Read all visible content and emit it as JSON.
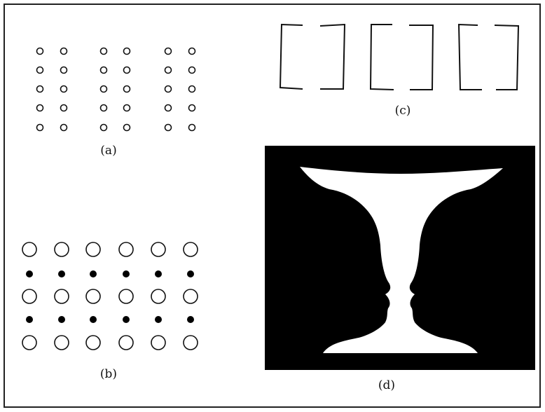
{
  "panels": {
    "a": {
      "label": "(a)"
    },
    "b": {
      "label": "(b)"
    },
    "c": {
      "label": "(c)"
    },
    "d": {
      "label": "(d)"
    }
  },
  "colors": {
    "border": "#222222",
    "stroke": "#111111",
    "background": "#ffffff",
    "figure_fill": "#000000"
  }
}
